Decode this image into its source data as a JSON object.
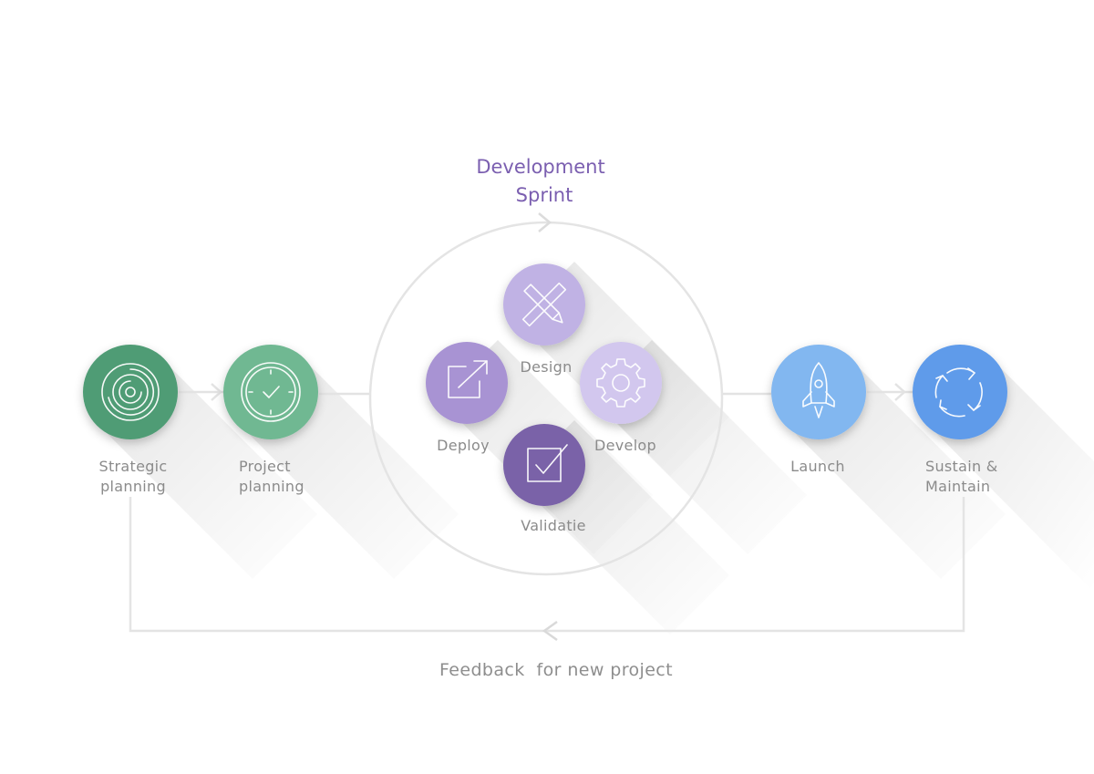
{
  "sprint": {
    "title_line1": "Development",
    "title_line2": "Sprint"
  },
  "steps": {
    "strategic": {
      "line1": "Strategic",
      "line2": "planning",
      "icon": "maze-icon",
      "color": "#4f9c74"
    },
    "project": {
      "line1": "Project",
      "line2": "planning",
      "icon": "clock-icon",
      "color": "#6fb892"
    },
    "design": {
      "label": "Design",
      "icon": "pencil-ruler-icon",
      "color": "#c0b2e4"
    },
    "deploy": {
      "label": "Deploy",
      "icon": "export-arrow-icon",
      "color": "#a893d3"
    },
    "develop": {
      "label": "Develop",
      "icon": "gear-icon",
      "color": "#d2c7ee"
    },
    "validatie": {
      "label": "Validatie",
      "icon": "checkbox-icon",
      "color": "#7a62a8"
    },
    "launch": {
      "label": "Launch",
      "icon": "rocket-icon",
      "color": "#82b7f0"
    },
    "sustain": {
      "line1": "Sustain &",
      "line2": "Maintain",
      "icon": "cycle-arrows-icon",
      "color": "#5f9bea"
    }
  },
  "feedback": {
    "label": "Feedback  for new project"
  }
}
